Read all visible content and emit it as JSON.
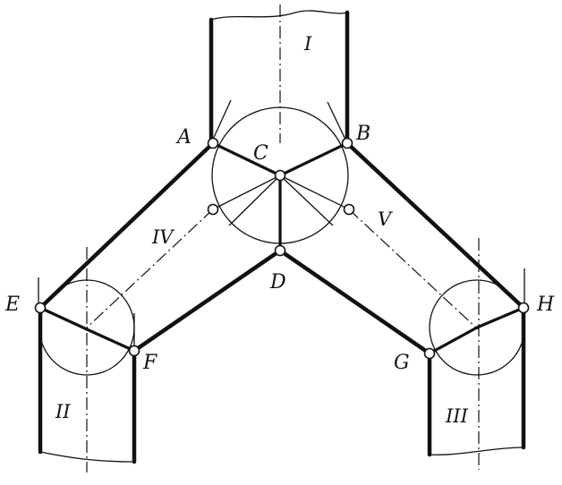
{
  "diagram": {
    "point_labels": {
      "A": "A",
      "B": "B",
      "C": "C",
      "D": "D",
      "E": "E",
      "F": "F",
      "G": "G",
      "H": "H"
    },
    "member_labels": {
      "I": "I",
      "II": "II",
      "III": "III",
      "IV": "IV",
      "V": "V"
    }
  }
}
